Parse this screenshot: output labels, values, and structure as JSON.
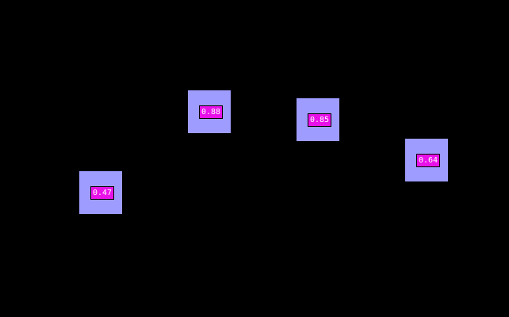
{
  "screen": {
    "background": "#000000"
  },
  "tiles": [
    {
      "label": "0.47",
      "tile_color": "#9e9cff",
      "label_color": "#e811e8"
    },
    {
      "label": "0.88",
      "tile_color": "#9e9cff",
      "label_color": "#e811e8"
    },
    {
      "label": "0.85",
      "tile_color": "#9e9cff",
      "label_color": "#e811e8"
    },
    {
      "label": "0.64",
      "tile_color": "#9e9cff",
      "label_color": "#e811e8"
    }
  ]
}
